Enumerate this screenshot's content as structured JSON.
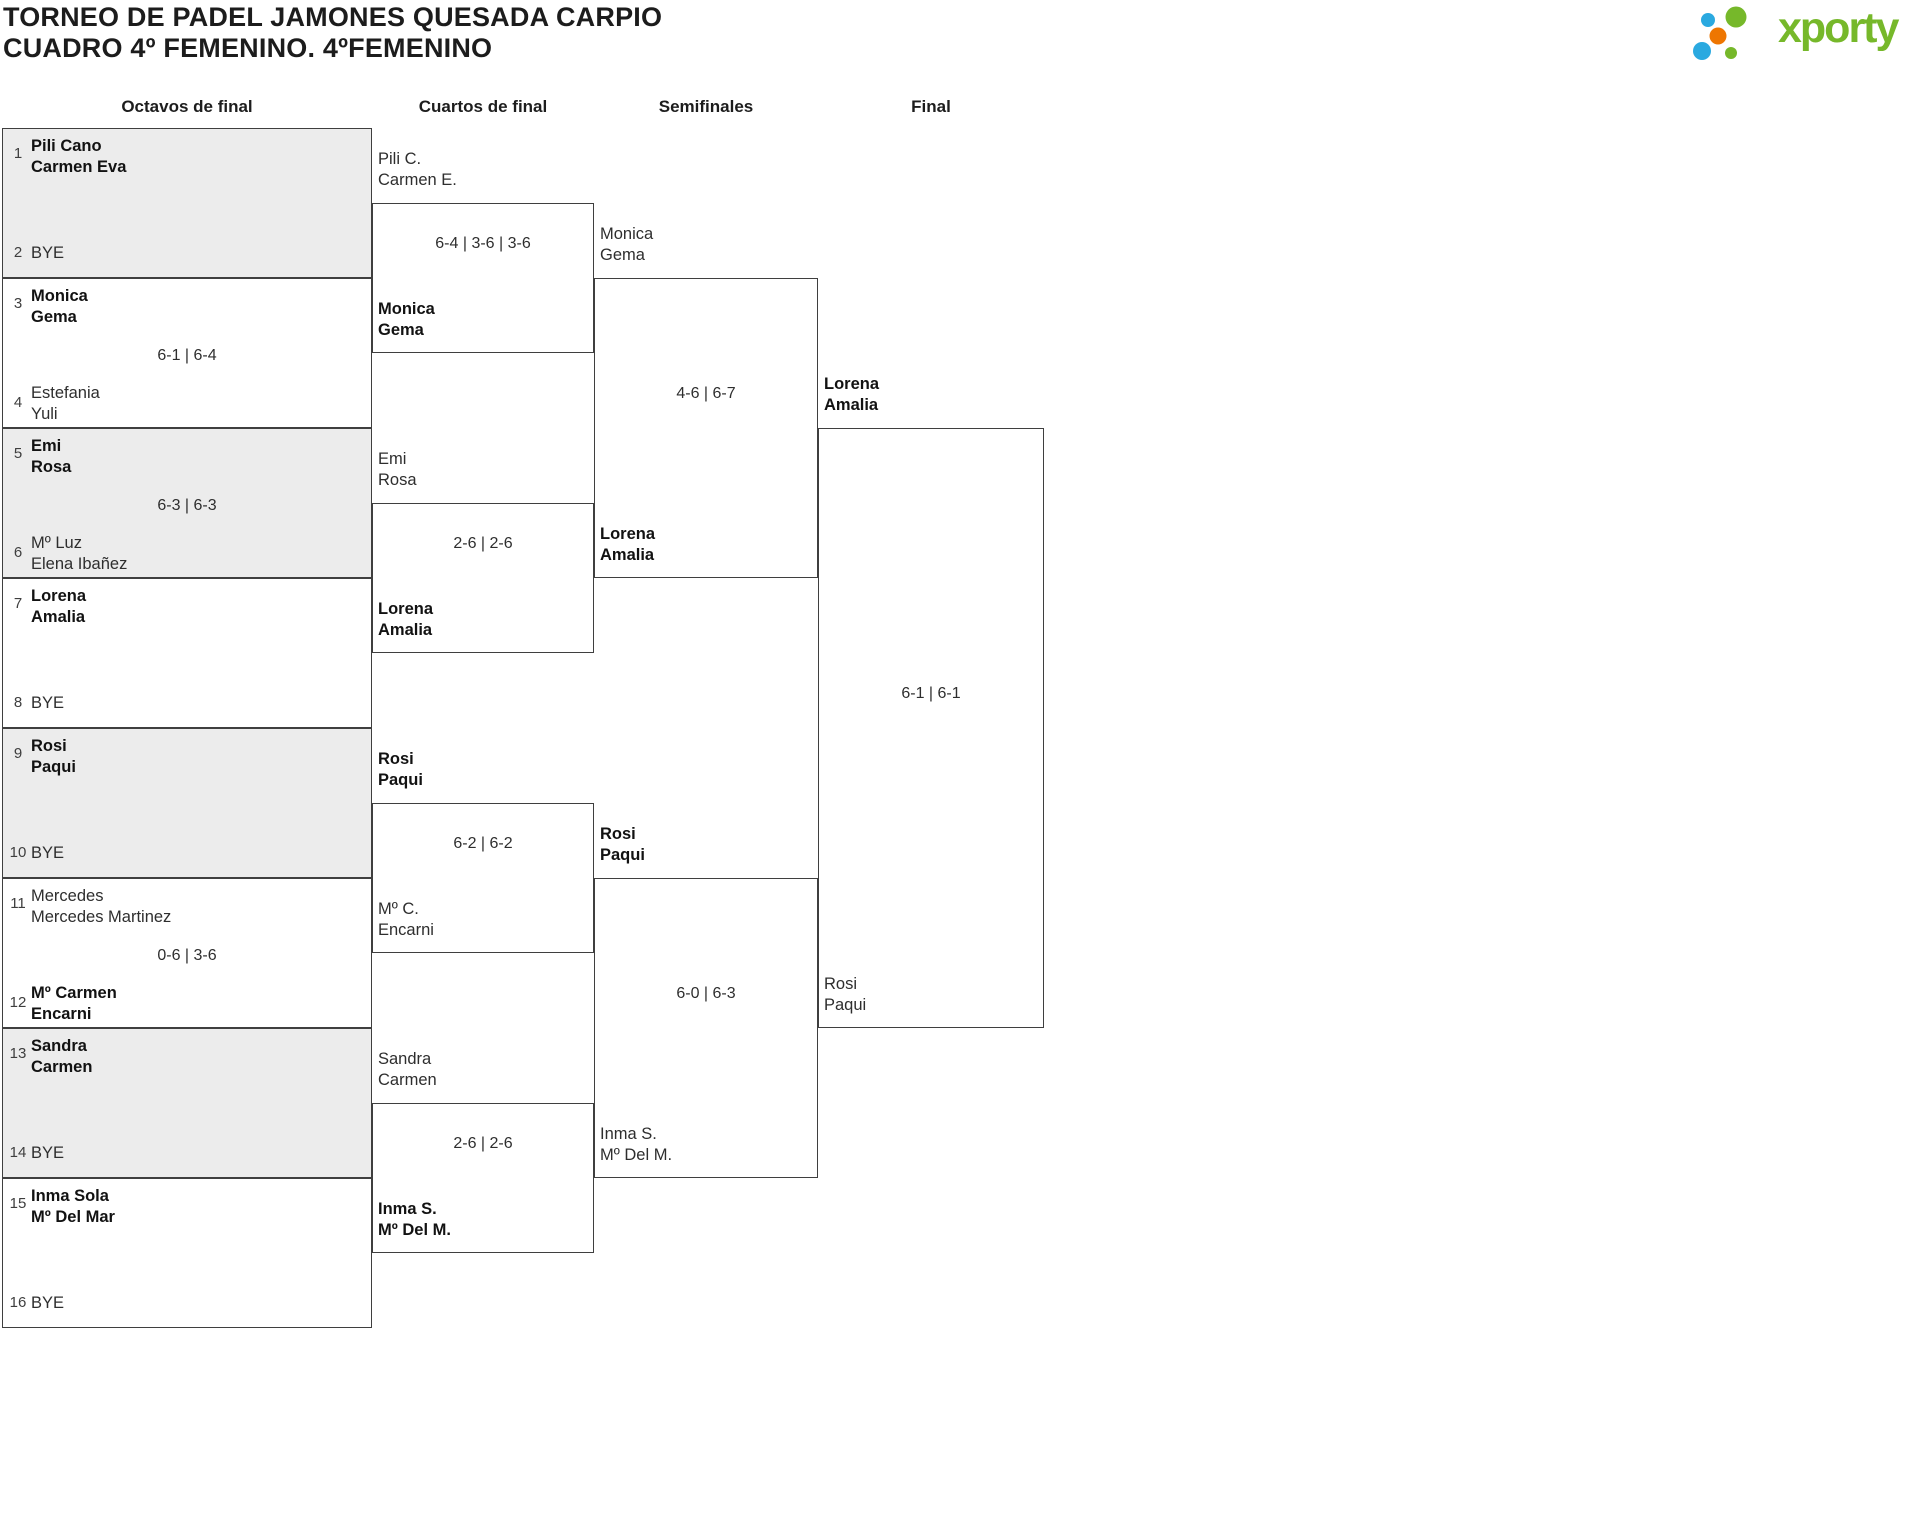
{
  "title": {
    "line1": "TORNEO DE PADEL JAMONES QUESADA CARPIO",
    "line2": "CUADRO 4º FEMENINO. 4ºFEMENINO"
  },
  "logo": {
    "text": "xporty",
    "green": "#76b82a",
    "blue": "#2aa9e0",
    "orange": "#ee7601"
  },
  "colors": {
    "line": "#3f3f3f",
    "box_fill_alt": "#ececec",
    "text": "#2e2e2e",
    "winner_text": "#121212"
  },
  "rounds": [
    "Octavos de final",
    "Cuartos de final",
    "Semifinales",
    "Final"
  ],
  "bracket": {
    "r1_slots": [
      {
        "seed": "1",
        "lines": [
          "Pili Cano",
          "Carmen Eva"
        ],
        "winner": true,
        "bye": false
      },
      {
        "seed": "2",
        "lines": [
          "BYE"
        ],
        "winner": false,
        "bye": true
      },
      {
        "seed": "3",
        "lines": [
          "Monica",
          "Gema"
        ],
        "winner": true,
        "bye": false
      },
      {
        "seed": "4",
        "lines": [
          "Estefania",
          "Yuli"
        ],
        "winner": false,
        "bye": false
      },
      {
        "seed": "5",
        "lines": [
          "Emi",
          "Rosa"
        ],
        "winner": true,
        "bye": false
      },
      {
        "seed": "6",
        "lines": [
          "Mº Luz",
          "Elena Ibañez"
        ],
        "winner": false,
        "bye": false
      },
      {
        "seed": "7",
        "lines": [
          "Lorena",
          "Amalia"
        ],
        "winner": true,
        "bye": false
      },
      {
        "seed": "8",
        "lines": [
          "BYE"
        ],
        "winner": false,
        "bye": true
      },
      {
        "seed": "9",
        "lines": [
          "Rosi",
          "Paqui"
        ],
        "winner": true,
        "bye": false
      },
      {
        "seed": "10",
        "lines": [
          "BYE"
        ],
        "winner": false,
        "bye": true
      },
      {
        "seed": "11",
        "lines": [
          "Mercedes",
          "Mercedes Martinez"
        ],
        "winner": false,
        "bye": false
      },
      {
        "seed": "12",
        "lines": [
          "Mº Carmen",
          "Encarni"
        ],
        "winner": true,
        "bye": false
      },
      {
        "seed": "13",
        "lines": [
          "Sandra",
          "Carmen"
        ],
        "winner": true,
        "bye": false
      },
      {
        "seed": "14",
        "lines": [
          "BYE"
        ],
        "winner": false,
        "bye": true
      },
      {
        "seed": "15",
        "lines": [
          "Inma Sola",
          "Mº Del Mar"
        ],
        "winner": true,
        "bye": false
      },
      {
        "seed": "16",
        "lines": [
          "BYE"
        ],
        "winner": false,
        "bye": true
      }
    ],
    "r1_match_scores": [
      "",
      "6-1 | 6-4",
      "6-3 | 6-3",
      "",
      "",
      "0-6 | 3-6",
      "",
      ""
    ],
    "quarterfinals": [
      {
        "top": {
          "lines": [
            "Pili C.",
            "Carmen E."
          ],
          "winner": false
        },
        "bottom": {
          "lines": [
            "Monica",
            "Gema"
          ],
          "winner": true
        },
        "score": "6-4 | 3-6 | 3-6"
      },
      {
        "top": {
          "lines": [
            "Emi",
            "Rosa"
          ],
          "winner": false
        },
        "bottom": {
          "lines": [
            "Lorena",
            "Amalia"
          ],
          "winner": true
        },
        "score": "2-6 | 2-6"
      },
      {
        "top": {
          "lines": [
            "Rosi",
            "Paqui"
          ],
          "winner": true
        },
        "bottom": {
          "lines": [
            "Mº C.",
            "Encarni"
          ],
          "winner": false
        },
        "score": "6-2 | 6-2"
      },
      {
        "top": {
          "lines": [
            "Sandra",
            "Carmen"
          ],
          "winner": false
        },
        "bottom": {
          "lines": [
            "Inma S.",
            "Mº Del M."
          ],
          "winner": true
        },
        "score": "2-6 | 2-6"
      }
    ],
    "semifinals": [
      {
        "top": {
          "lines": [
            "Monica",
            "Gema"
          ],
          "winner": false
        },
        "bottom": {
          "lines": [
            "Lorena",
            "Amalia"
          ],
          "winner": true
        },
        "score": "4-6 | 6-7"
      },
      {
        "top": {
          "lines": [
            "Rosi",
            "Paqui"
          ],
          "winner": true
        },
        "bottom": {
          "lines": [
            "Inma S.",
            "Mº Del M."
          ],
          "winner": false
        },
        "score": "6-0 | 6-3"
      }
    ],
    "final": {
      "top": {
        "lines": [
          "Lorena",
          "Amalia"
        ],
        "winner": true
      },
      "bottom": {
        "lines": [
          "Rosi",
          "Paqui"
        ],
        "winner": false
      },
      "score": "6-1 | 6-1"
    }
  }
}
